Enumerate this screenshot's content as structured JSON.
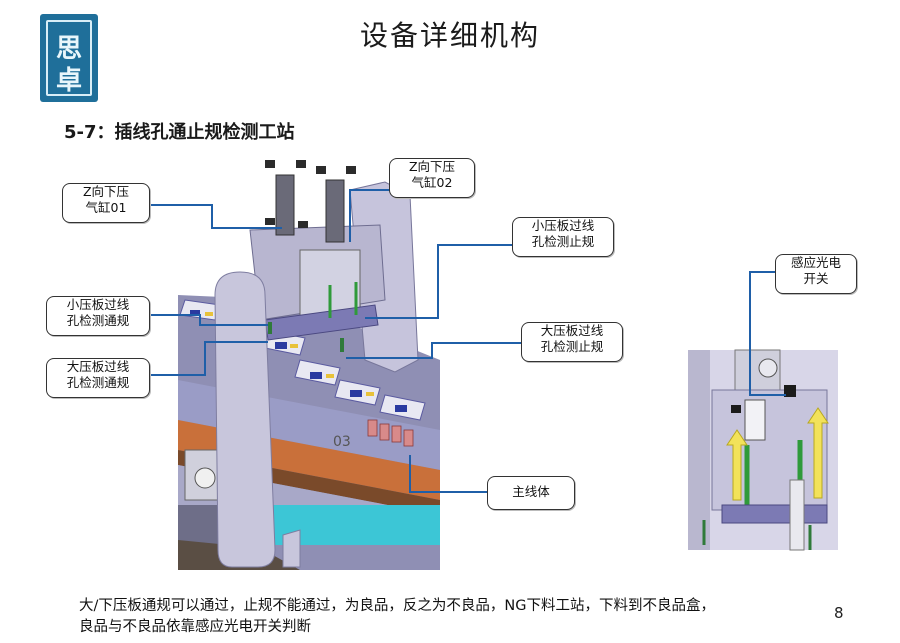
{
  "title": "设备详细机构",
  "section_heading": "5-7：插线孔通止规检测工站",
  "logo": {
    "glyph_top": "思",
    "glyph_bottom": "卓",
    "color": "#1f6f9a"
  },
  "callouts": {
    "z_cyl_01": [
      "Z向下压",
      "气缸01"
    ],
    "z_cyl_02": [
      "Z向下压",
      "气缸02"
    ],
    "small_stop": [
      "小压板过线",
      "孔检测止规"
    ],
    "small_go": [
      "小压板过线",
      "孔检测通规"
    ],
    "big_go": [
      "大压板过线",
      "孔检测通规"
    ],
    "big_stop": [
      "大压板过线",
      "孔检测止规"
    ],
    "main_body": [
      "主线体"
    ],
    "sensor": [
      "感应光电",
      "开关"
    ]
  },
  "machine_label": "03",
  "caption": [
    "大/下压板通规可以通过，止规不能通过，为良品，反之为不良品，NG下料工站，下料到不良品盒，",
    "良品与不良品依靠感应光电开关判断"
  ],
  "page_number": "8",
  "colors": {
    "line": "#1f5fa8",
    "frame": "#b9b7cf",
    "rail_orange": "#c9703a",
    "cyan": "#3cc6d6",
    "spring_green": "#2f9a3a"
  }
}
